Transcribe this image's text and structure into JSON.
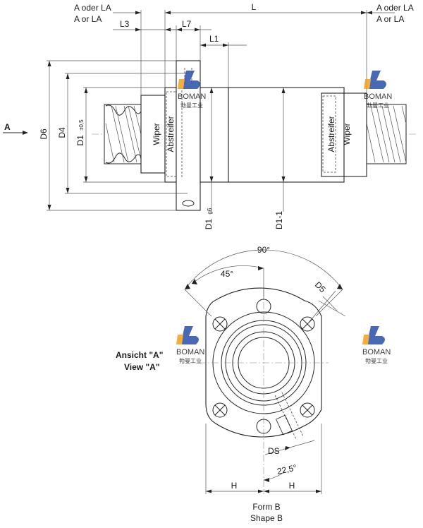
{
  "labels": {
    "a_oder_la_left": "A oder LA",
    "a_or_la_left": "A or LA",
    "a_oder_la_right": "A oder LA",
    "a_or_la_right": "A or LA",
    "l": "L",
    "l3": "L3",
    "l7": "L7",
    "l1": "L1",
    "arrow_a": "A",
    "d6": "D6",
    "d4": "D4",
    "d1_main": "D1",
    "d1_tol": "±0,5",
    "d1_g6_main": "D1",
    "d1_g6_tol": "g6",
    "d1_1": "D1-1",
    "wiper_left": "Wiper",
    "abstreifer_left": "Abstreifer",
    "abstreifer_right": "Abstreifer",
    "wiper_right": "Wiper",
    "angle_90": "90°",
    "angle_45": "45°",
    "d5": "D5",
    "ansicht_a": "Ansicht \"A\"",
    "view_a": "View \"A\"",
    "ds": "DS",
    "angle_22_5": "22,5°",
    "h_left": "H",
    "h_right": "H",
    "form_b": "Form B",
    "shape_b": "Shape B"
  },
  "watermark": {
    "brand": "BOMAN",
    "sub": "勃曼工业",
    "color": "#2b4fa8",
    "accent": "#f0a01e"
  }
}
